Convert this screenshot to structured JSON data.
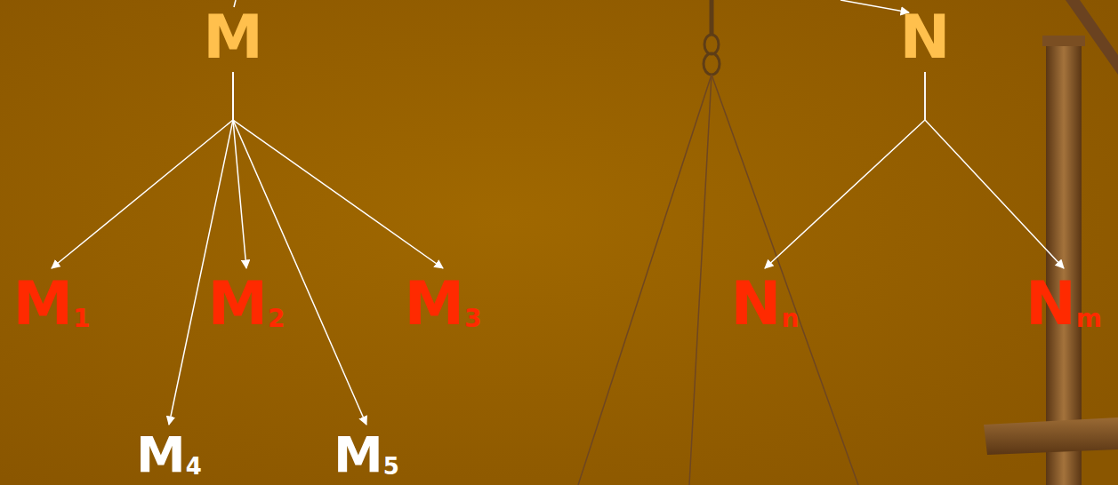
{
  "diagram": {
    "nodes": [
      {
        "text": [
          "M"
        ]
      },
      {
        "text": [
          "M",
          "1"
        ]
      },
      {
        "text": [
          "M",
          "2"
        ]
      },
      {
        "text": [
          "M",
          "3"
        ]
      },
      {
        "text": [
          "M",
          "4"
        ]
      },
      {
        "text": [
          "M",
          "5"
        ]
      },
      {
        "text": [
          "N"
        ]
      },
      {
        "text": [
          "N",
          "n"
        ]
      },
      {
        "text": [
          "N",
          "m"
        ]
      }
    ],
    "edges": [
      {
        "from": 0,
        "to": 1,
        "arrow": "to"
      },
      {
        "from": 0,
        "to": 2,
        "arrow": "to"
      },
      {
        "from": 0,
        "to": 3,
        "arrow": "to"
      },
      {
        "from": 0,
        "to": 4,
        "arrow": "to"
      },
      {
        "from": 0,
        "to": 5,
        "arrow": "to"
      },
      {
        "from": 6,
        "to": 7,
        "arrow": "to"
      },
      {
        "from": 6,
        "to": 8,
        "arrow": "to"
      }
    ]
  }
}
